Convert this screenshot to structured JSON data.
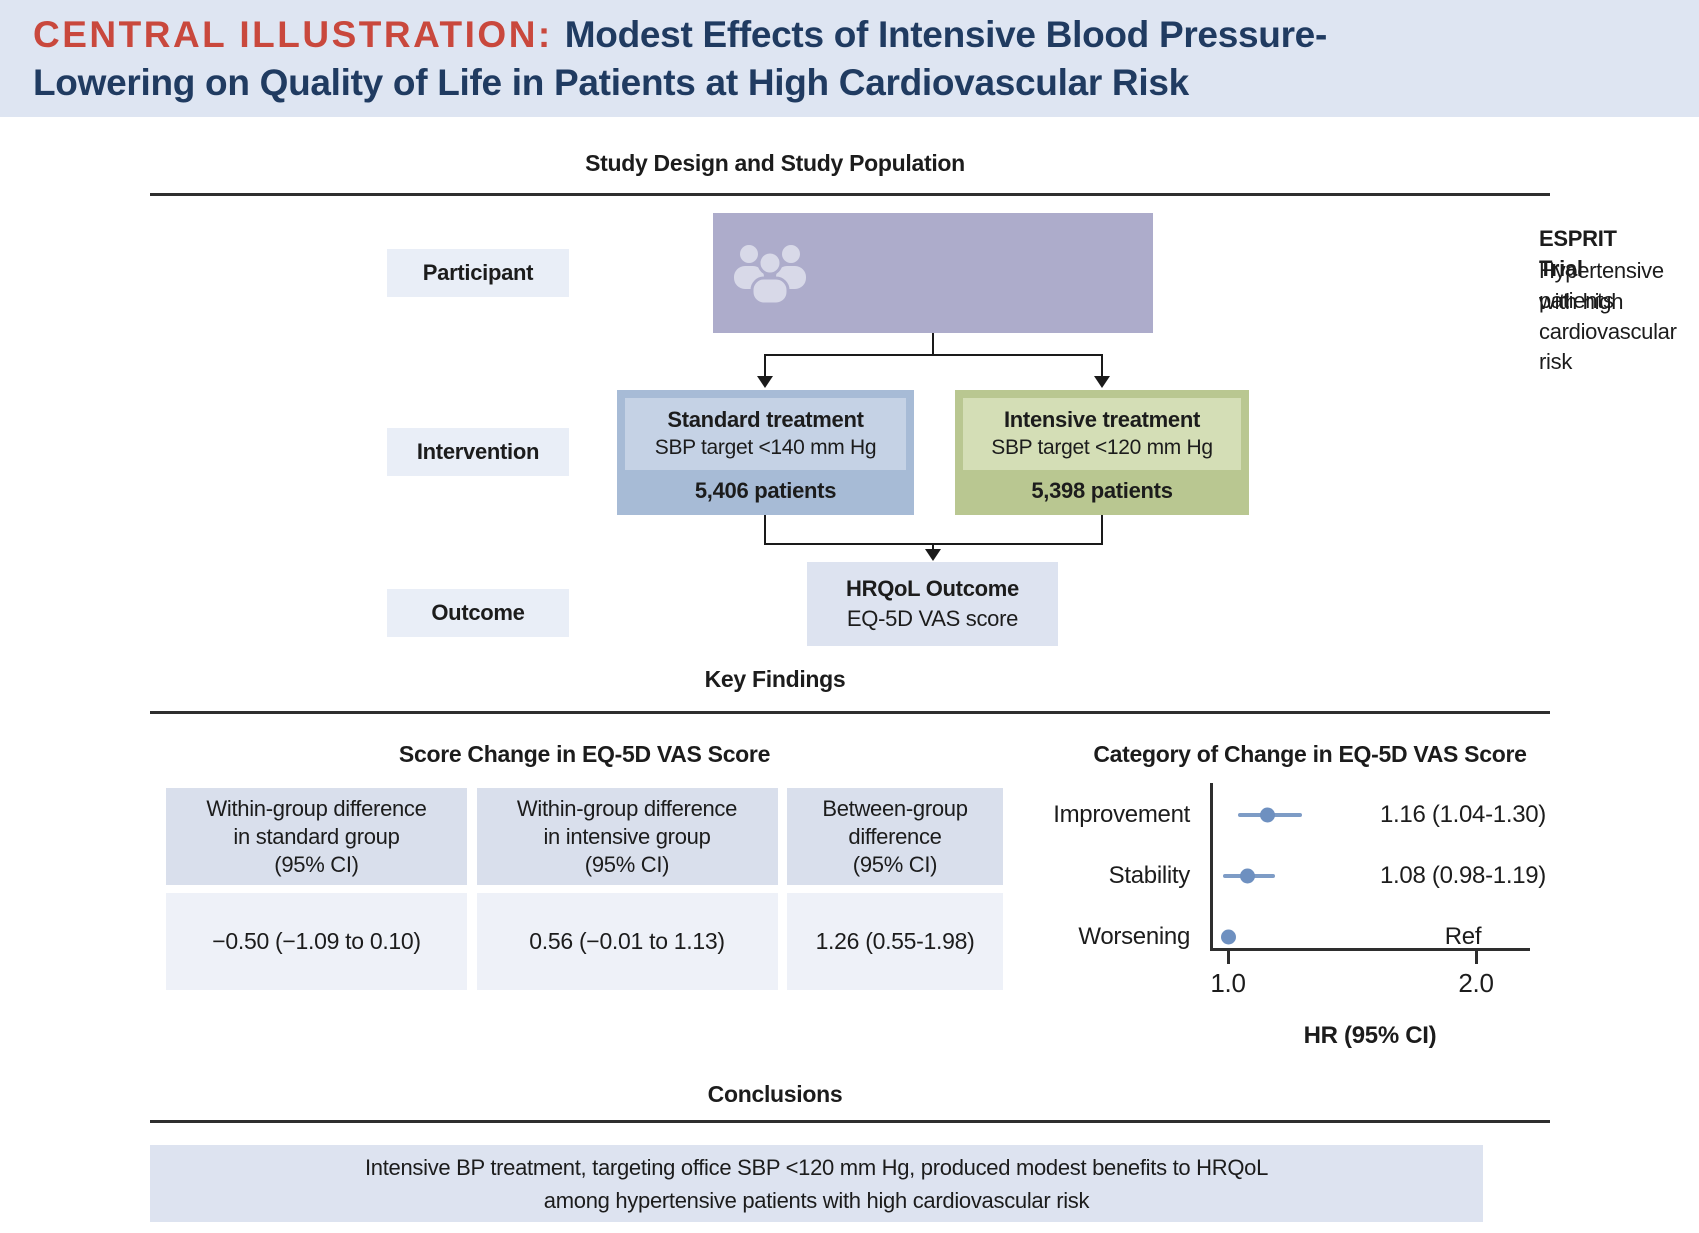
{
  "header": {
    "eyebrow": "CENTRAL ILLUSTRATION:",
    "title_line1": "Modest Effects of Intensive Blood Pressure-",
    "title_line2": "Lowering on Quality of Life in Patients at High Cardiovascular Risk"
  },
  "sections": {
    "study_design": "Study Design and Study Population",
    "key_findings": "Key Findings",
    "conclusions": "Conclusions"
  },
  "flow": {
    "row_labels": [
      "Participant",
      "Intervention",
      "Outcome"
    ],
    "esprit": {
      "title": "ESPRIT Trial",
      "line1": "Hypertensive patients",
      "line2": "with high cardiovascular risk",
      "icon": "people-group-icon"
    },
    "standard": {
      "title": "Standard treatment",
      "subtitle": "SBP target <140 mm Hg",
      "patients": "5,406 patients"
    },
    "intensive": {
      "title": "Intensive treatment",
      "subtitle": "SBP target <120 mm Hg",
      "patients": "5,398 patients"
    },
    "outcome_box": {
      "title": "HRQoL Outcome",
      "subtitle": "EQ-5D VAS score"
    }
  },
  "table": {
    "title": "Score Change in EQ-5D VAS Score",
    "columns": [
      {
        "header": [
          "Within-group difference",
          "in standard group",
          "(95% CI)"
        ],
        "value": "−0.50 (−1.09 to 0.10)"
      },
      {
        "header": [
          "Within-group difference",
          "in intensive group",
          "(95% CI)"
        ],
        "value": "0.56 (−0.01 to 1.13)"
      },
      {
        "header": [
          "Between-group",
          "difference",
          "(95% CI)"
        ],
        "value": "1.26 (0.55-1.98)"
      }
    ]
  },
  "chart_data": {
    "type": "scatter",
    "subtype": "forest",
    "title": "Category of Change in EQ-5D VAS Score",
    "categories": [
      "Improvement",
      "Stability",
      "Worsening"
    ],
    "hr": [
      1.16,
      1.08,
      1.0
    ],
    "ci_low": [
      1.04,
      0.98,
      null
    ],
    "ci_high": [
      1.3,
      1.19,
      null
    ],
    "labels": [
      "1.16 (1.04-1.30)",
      "1.08 (0.98-1.19)",
      "Ref"
    ],
    "xlabel": "HR (95% CI)",
    "x_ticks": [
      1.0,
      2.0
    ],
    "x_tick_labels": [
      "1.0",
      "2.0"
    ],
    "xlim": [
      0.93,
      2.22
    ],
    "grid": false,
    "legend": "none",
    "point_color": "#6e90c0"
  },
  "conclusion": {
    "line1": "Intensive BP treatment, targeting office SBP <120 mm Hg, produced modest benefits to HRQoL",
    "line2": "among hypertensive patients with high cardiovascular risk"
  },
  "colors": {
    "hdr-bg": "#dee5f2",
    "red": "#c9483d",
    "navy": "#203b61",
    "label-bg": "#e9eef7",
    "purple": "#adaccb",
    "purple-icon": "#d8d9e8",
    "blue-outer": "#a7bbd6",
    "blue-inner": "#c5d2e5",
    "green-outer": "#b9c791",
    "green-inner": "#d4deb6",
    "softbox": "#dde3f0",
    "tbl-head": "#d9dfec",
    "tbl-row": "#eef1f8",
    "forest-blue": "#6e90c0",
    "forest-ci": "#7e9cc6"
  }
}
